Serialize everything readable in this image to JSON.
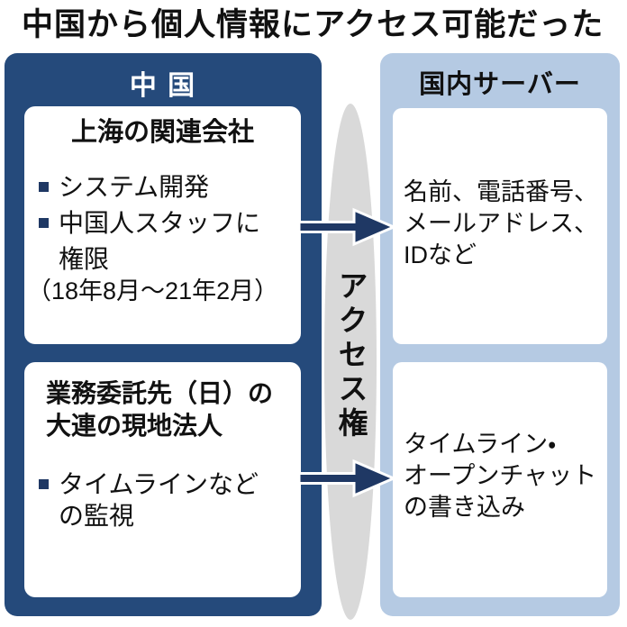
{
  "title": "中国から個人情報にアクセス可能だった",
  "left_panel": {
    "header": "中 国",
    "box1": {
      "heading": "上海の関連会社",
      "items": [
        {
          "text": [
            "システム開発"
          ]
        },
        {
          "text": [
            "中国人スタッフに",
            "権限"
          ],
          "note": "（18年8月～21年2月）"
        }
      ]
    },
    "box2": {
      "heading": [
        "業務委託先（日）の",
        "大連の現地法人"
      ],
      "items": [
        {
          "text": [
            "タイムラインなど",
            "の監視"
          ]
        }
      ]
    }
  },
  "center": {
    "access_label": "アクセス権"
  },
  "right_panel": {
    "header": "国内サーバー",
    "box1": {
      "text": [
        "名前、電話番号、",
        "メールアドレス、",
        "IDなど"
      ]
    },
    "box2": {
      "text": [
        "タイムライン・",
        "オープンチャット",
        "の書き込み"
      ]
    }
  },
  "icons": {
    "bullet": "square-bullet-icon",
    "arrow": "arrow-right-icon"
  },
  "colors": {
    "navy": "#254a7b",
    "dark-navy": "#1f3864",
    "light-blue": "#b5cae3",
    "gray": "#d9d9d9",
    "ink": "#111111"
  }
}
